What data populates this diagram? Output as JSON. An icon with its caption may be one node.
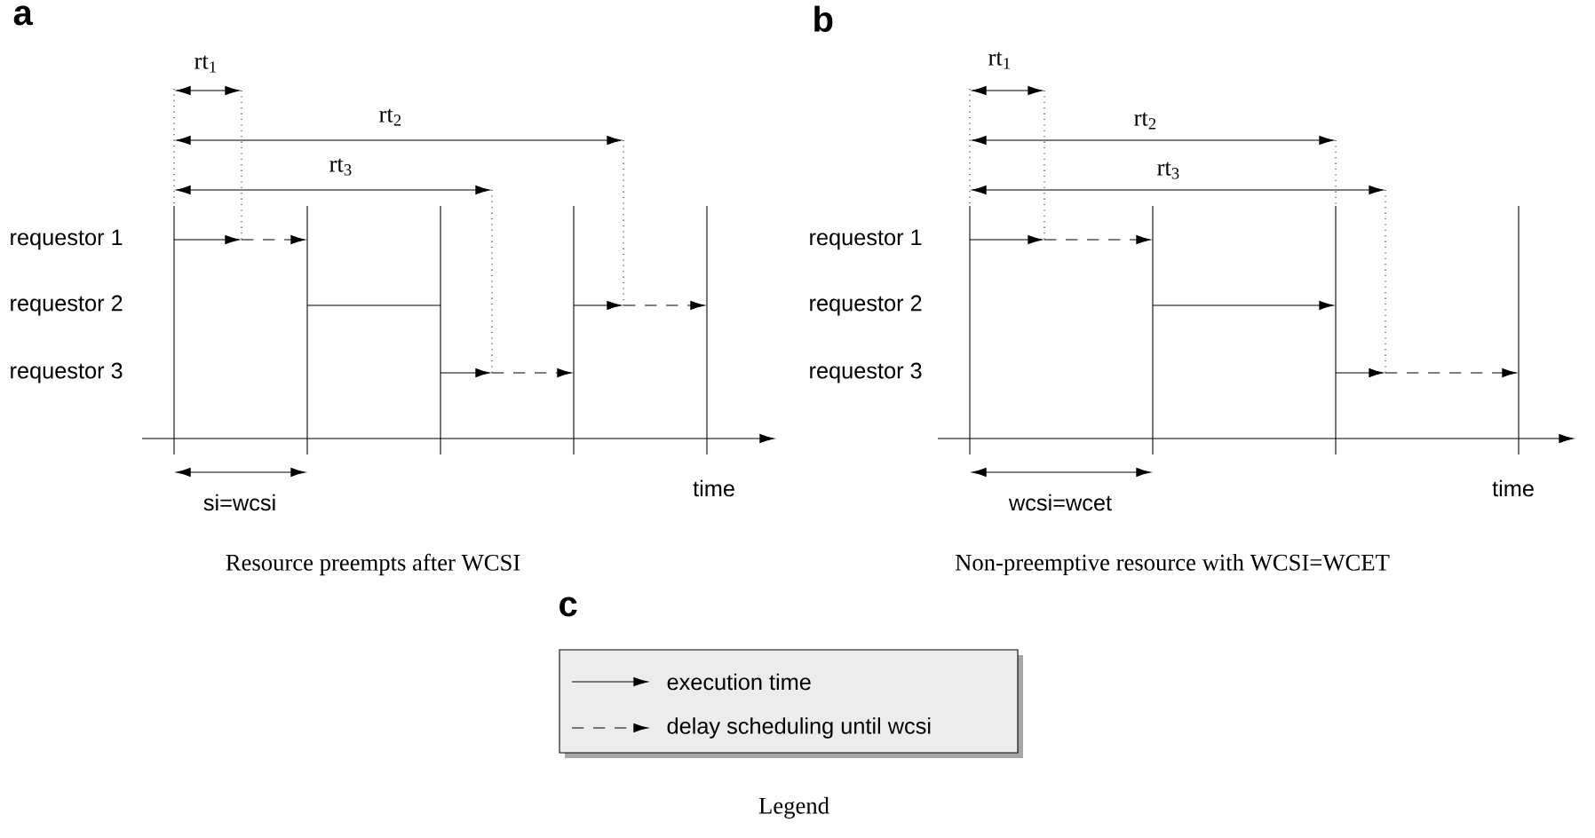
{
  "diagram": {
    "labels": [
      "a",
      "rt$_{1}$",
      "rt$_{2}$",
      "rt$_{3}$",
      "requestor 1",
      "requestor 2",
      "requestor 3",
      "si=wcsi",
      "time",
      "Resource preempts after WCSI",
      "b",
      "rt$_{1}$",
      "rt$_{2}$",
      "rt$_{3}$",
      "requestor 1",
      "requestor 2",
      "requestor 3",
      "wcsi=wcet",
      "time",
      "Non-preemptive resource with WCSI=WCET",
      "c",
      "Legend"
    ],
    "legend": [
      {
        "text": "execution time"
      },
      {
        "text": "delay scheduling until wcsi"
      }
    ]
  }
}
